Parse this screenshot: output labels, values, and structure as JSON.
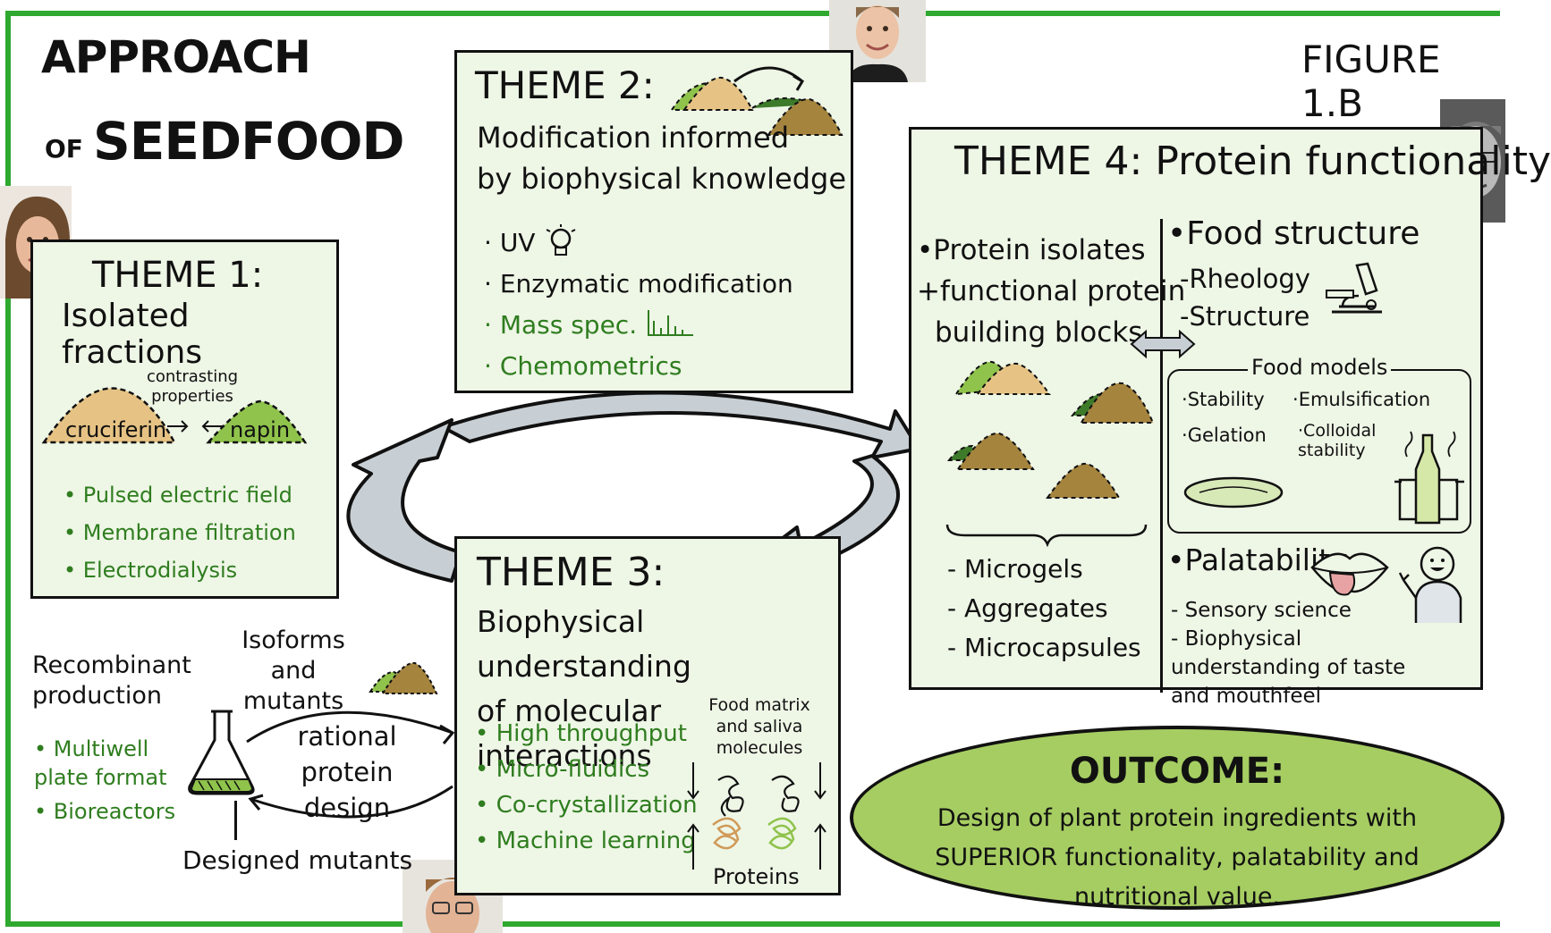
{
  "header": {
    "approach_line1": "APPROACH",
    "approach_of": "OF",
    "approach_line2": "SEEDFOOD",
    "figure_label": "FIGURE 1.B"
  },
  "theme1": {
    "title": "THEME 1:",
    "subtitle": "Isolated fractions",
    "contrasting": "contrasting properties",
    "cruciferin": "cruciferin",
    "napin": "napin",
    "bullets": [
      "Pulsed electric field",
      "Membrane filtration",
      "Electrodialysis"
    ]
  },
  "theme2": {
    "title": "THEME 2:",
    "subtitle_line1": "Modification informed",
    "subtitle_line2": "by biophysical knowledge",
    "items": [
      "UV",
      "Enzymatic modification"
    ],
    "green_items": [
      "Mass spec.",
      "Chemometrics"
    ]
  },
  "theme3": {
    "title": "THEME 3:",
    "subtitle_line1": "Biophysical understanding",
    "subtitle_line2": "of molecular interactions",
    "bullets": [
      "High throughput",
      "Micro-fluidics",
      "Co-crystallization",
      "Machine learning"
    ],
    "food_matrix": "Food matrix and saliva molecules",
    "proteins": "Proteins"
  },
  "theme4": {
    "title": "THEME 4: Protein functionality",
    "left_heading1": "Protein isolates",
    "left_heading2": "+functional protein",
    "left_heading3": "building blocks",
    "left_items": [
      "Microgels",
      "Aggregates",
      "Microcapsules"
    ],
    "right_heading": "Food structure",
    "right_items": [
      "Rheology",
      "Structure"
    ],
    "food_models": "Food models",
    "model_items": [
      "Stability",
      "Emulsification",
      "Gelation",
      "Colloidal stability"
    ],
    "palatability": "Palatability",
    "palatability_items": [
      "Sensory science",
      "Biophysical understanding of taste and mouthfeel"
    ]
  },
  "recombinant": {
    "title": "Recombinant production",
    "bullets": [
      "Multiwell plate format",
      "Bioreactors"
    ],
    "isoforms": "Isoforms and mutants",
    "rational": "rational protein design",
    "designed": "Designed mutants"
  },
  "outcome": {
    "title": "OUTCOME:",
    "text": "Design of plant protein ingredients with SUPERIOR functionality, palatability and nutritional value."
  },
  "colors": {
    "frame_green": "#2fa82f",
    "box_fill": "#eef6e6",
    "text_green": "#2f7d1f",
    "outcome_fill": "#a6cd62",
    "arrow_grey": "#c8cfd4",
    "powder_tan": "#e6c384",
    "powder_green": "#8fc34c",
    "powder_brown": "#a5843e"
  },
  "icons": [
    "lightbulb-icon",
    "mass-spec-icon",
    "microscope-icon",
    "flask-icon",
    "lips-icon",
    "smiley-person-icon",
    "bottle-pot-icon",
    "petri-dish-icon",
    "double-arrow-icon",
    "protein-tangle-icon",
    "powder-pile-icon"
  ]
}
